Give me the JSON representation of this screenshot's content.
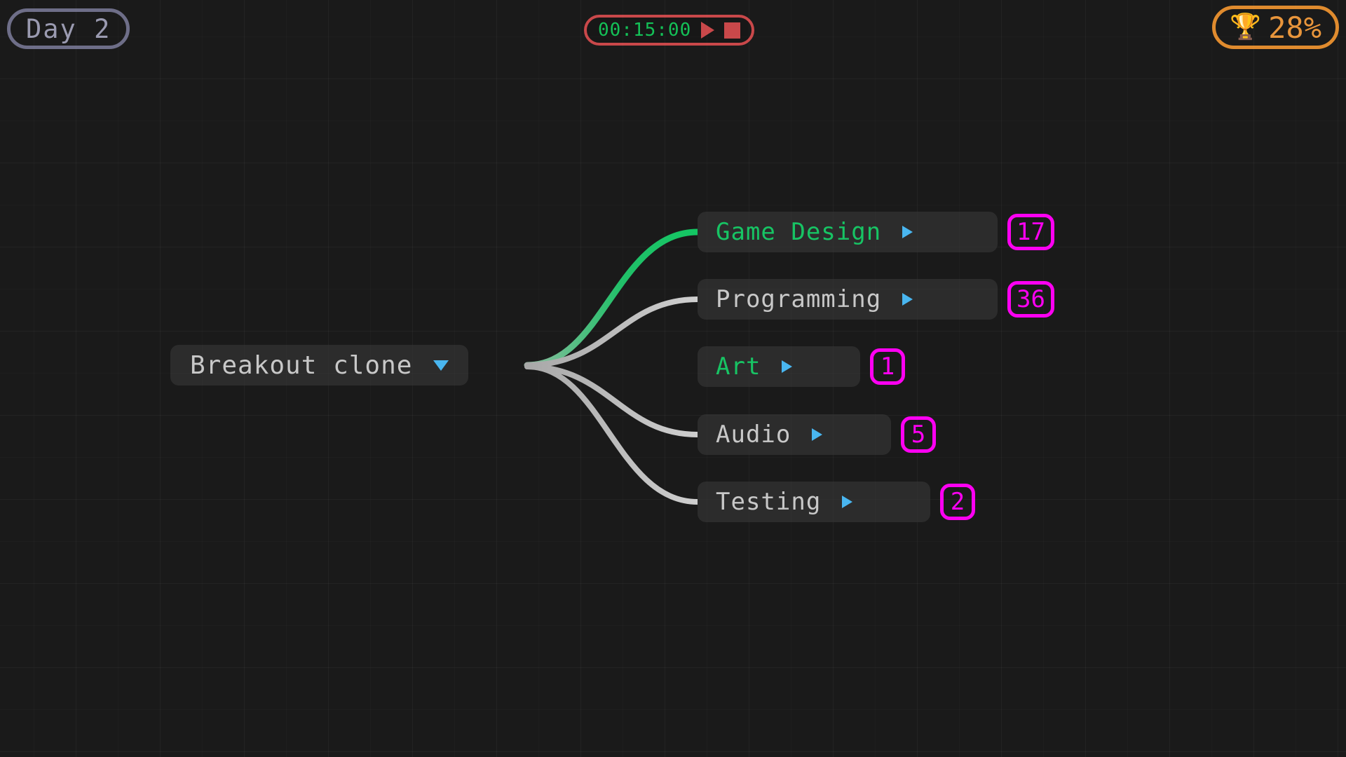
{
  "hud": {
    "day": {
      "label": "Day  2",
      "border_color": "#6e6e88",
      "text_color": "#9a9ab0"
    },
    "timer": {
      "time": "00:15:00",
      "text_color": "#14c157",
      "border_color": "#c9484a",
      "play_icon": "play-triangle-icon",
      "stop_icon": "stop-square-icon"
    },
    "score": {
      "value": "28%",
      "icon": "trophy-icon",
      "icon_glyph": "🏆",
      "border_color": "#e08b2e",
      "text_color": "#e8953b"
    }
  },
  "mindmap": {
    "root": {
      "label": "Breakout clone",
      "caret": "chevron-down-icon",
      "expanded": true
    },
    "branches": [
      {
        "label": "Game Design",
        "count": "17",
        "done": true,
        "caret": "chevron-right-icon",
        "edge_color": "#17c464"
      },
      {
        "label": "Programming",
        "count": "36",
        "done": false,
        "caret": "chevron-right-icon",
        "edge_color": "#c8c8c8"
      },
      {
        "label": "Art",
        "count": "1",
        "done": true,
        "caret": "chevron-right-icon",
        "edge_color": "#17c464"
      },
      {
        "label": "Audio",
        "count": "5",
        "done": false,
        "caret": "chevron-right-icon",
        "edge_color": "#c8c8c8"
      },
      {
        "label": "Testing",
        "count": "2",
        "done": false,
        "caret": "chevron-right-icon",
        "edge_color": "#c8c8c8"
      }
    ]
  },
  "colors": {
    "background": "#1a1a1a",
    "node_fill": "#2c2c2c",
    "accent_done": "#17c464",
    "accent_caret": "#49b6f0",
    "badge_magenta": "#ff00f2",
    "text_default": "#c8c8c8"
  }
}
